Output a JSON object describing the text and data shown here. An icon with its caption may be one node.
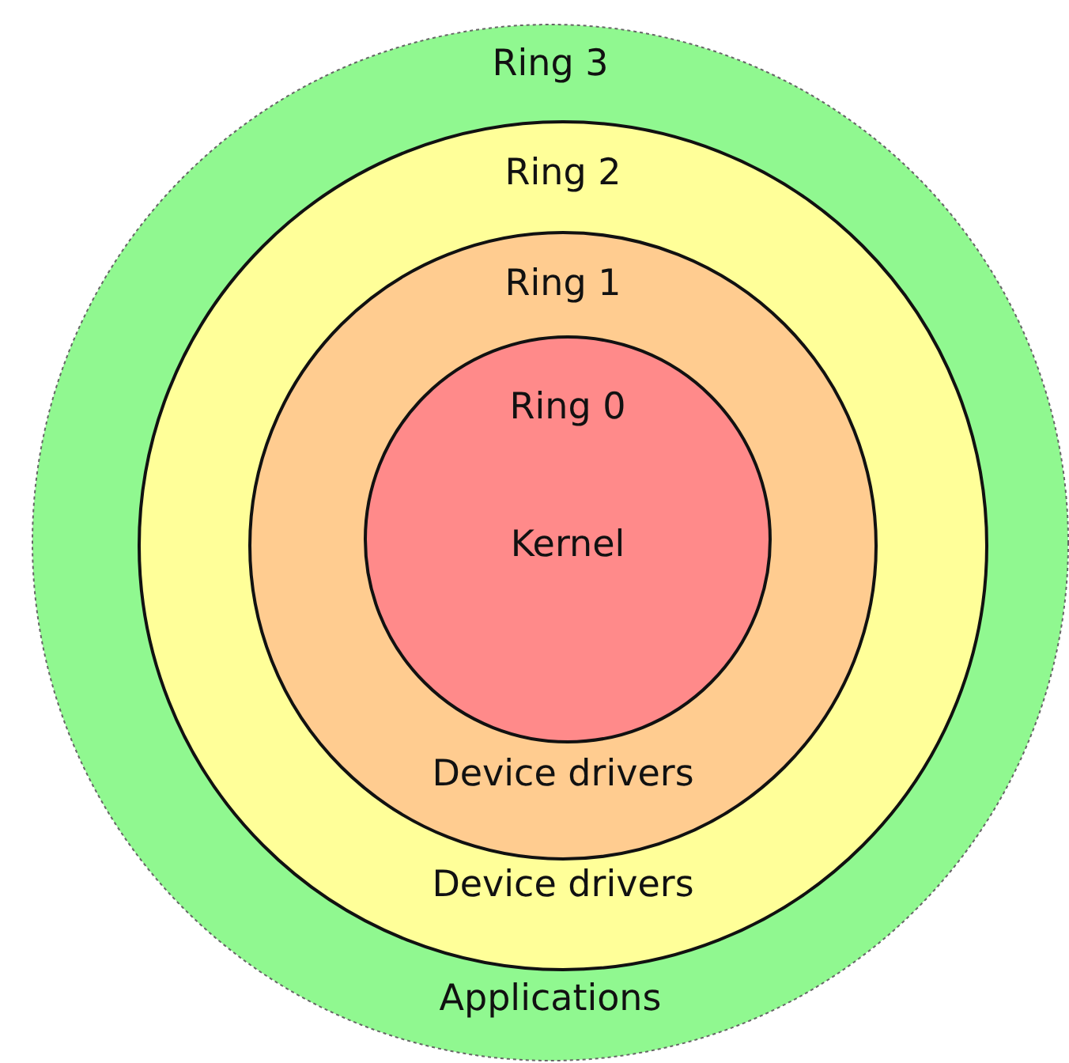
{
  "diagram": {
    "nodes": [
      {
        "text": [
          "Ring 3",
          "Applications"
        ]
      },
      {
        "text": [
          "Ring 2",
          "Device drivers"
        ],
        "in": 0
      },
      {
        "text": [
          "Ring 1",
          "Device drivers"
        ],
        "in": 1
      },
      {
        "text": [
          "Ring 0",
          "Kernel"
        ],
        "in": 2
      }
    ]
  }
}
